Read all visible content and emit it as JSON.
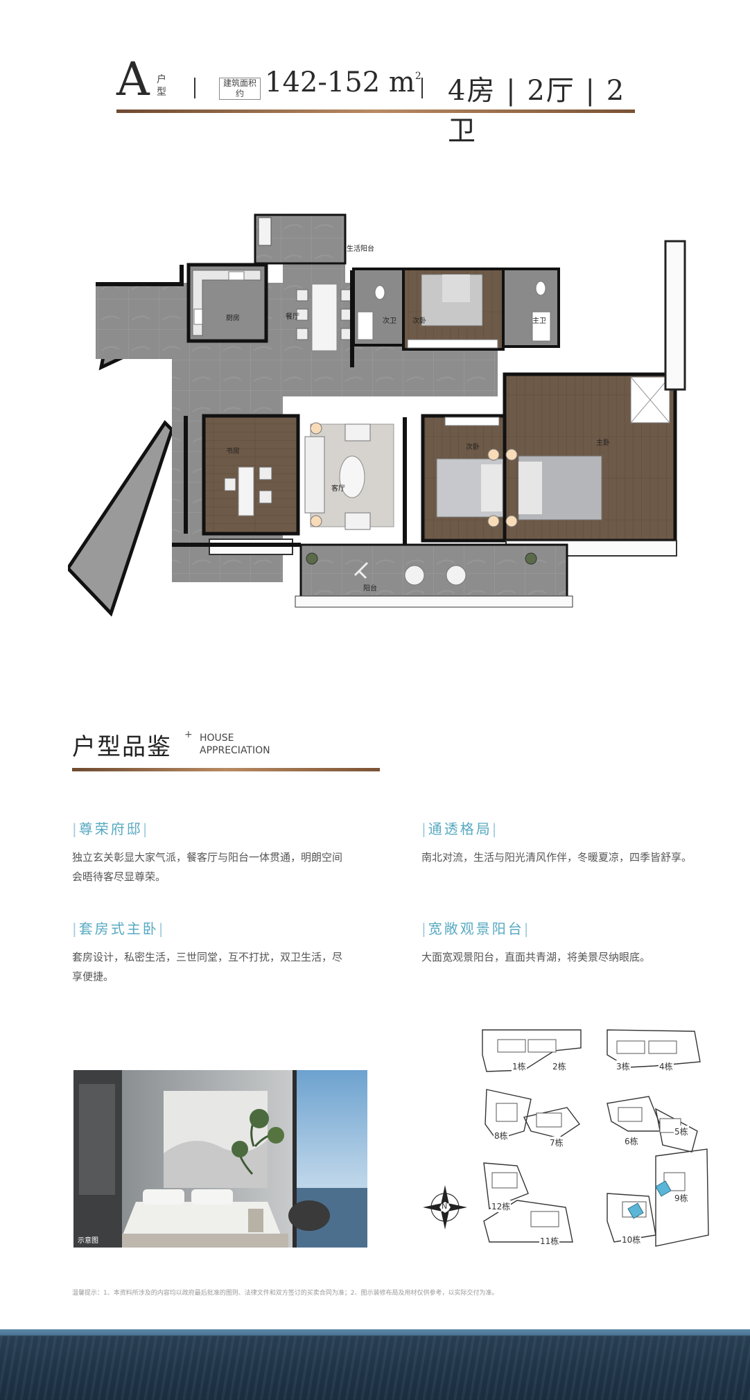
{
  "header": {
    "type_letter": "A",
    "type_unit": "户型",
    "area_label": "建筑面积约",
    "area_value": "142-152 m",
    "area_sup": "2",
    "rooms": "4房 | 2厅 | 2卫"
  },
  "floorplan": {
    "rooms": {
      "life_balcony": "生活阳台",
      "kitchen": "厨房",
      "dining": "餐厅",
      "second_bath": "次卫",
      "second_bed_top": "次卧",
      "master_bath": "主卫",
      "study": "书房",
      "living": "客厅",
      "second_bed": "次卧",
      "master_bed": "主卧",
      "balcony": "阳台"
    }
  },
  "appreciation": {
    "title": "户型品鉴",
    "plus": "+",
    "en_line1": "HOUSE",
    "en_line2": "APPRECIATION",
    "features": [
      {
        "title": "尊荣府邸",
        "text": "独立玄关彰显大家气派，餐客厅与阳台一体贯通，明朗空间会晤待客尽显尊荣。"
      },
      {
        "title": "通透格局",
        "text": "南北对流，生活与阳光清风作伴，冬暖夏凉，四季皆舒享。"
      },
      {
        "title": "套房式主卧",
        "text": "套房设计，私密生活，三世同堂，互不打扰，双卫生活，尽享便捷。"
      },
      {
        "title": "宽敞观景阳台",
        "text": "大面宽观景阳台，直面共青湖，将美景尽纳眼底。"
      }
    ]
  },
  "photo": {
    "caption": "示意图"
  },
  "site_plan": {
    "compass": "N",
    "buildings": [
      "1栋",
      "2栋",
      "3栋",
      "4栋",
      "5栋",
      "6栋",
      "7栋",
      "8栋",
      "9栋",
      "10栋",
      "11栋",
      "12栋"
    ]
  },
  "disclaimer": "温馨提示：1、本资料所涉及的内容均以政府最后批准的图则、法律文件和双方签订的买卖合同为准；2、图示装修布局及用材仅供参考，以实际交付为准。",
  "colors": {
    "accent": "#57a9c2",
    "rule": "#8a5f3e",
    "floor_tile": "#8a8a8a",
    "wood": "#6b5644",
    "footer": "#22384c"
  }
}
